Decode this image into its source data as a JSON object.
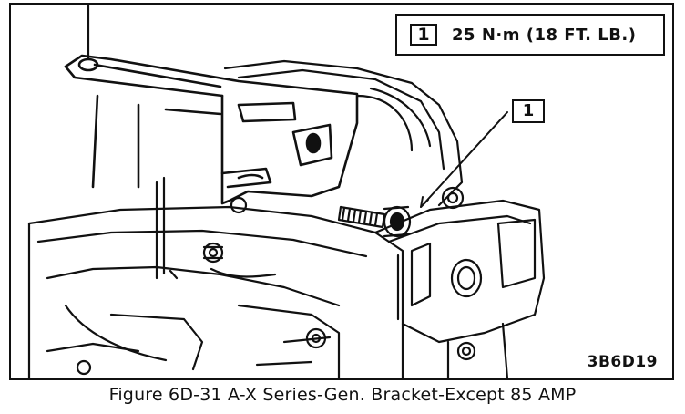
{
  "legend": {
    "number": "1",
    "torque_spec": "25 N·m (18 FT. LB.)"
  },
  "callout": {
    "number": "1"
  },
  "figure": {
    "id": "3B6D19",
    "caption": "Figure 6D-31 A-X Series-Gen. Bracket-Except 85 AMP"
  },
  "icons": {
    "bracket": "generator-bracket-illustration",
    "bolt": "mounting-bolt-illustration"
  },
  "colors": {
    "ink": "#111111",
    "paper": "#ffffff"
  }
}
